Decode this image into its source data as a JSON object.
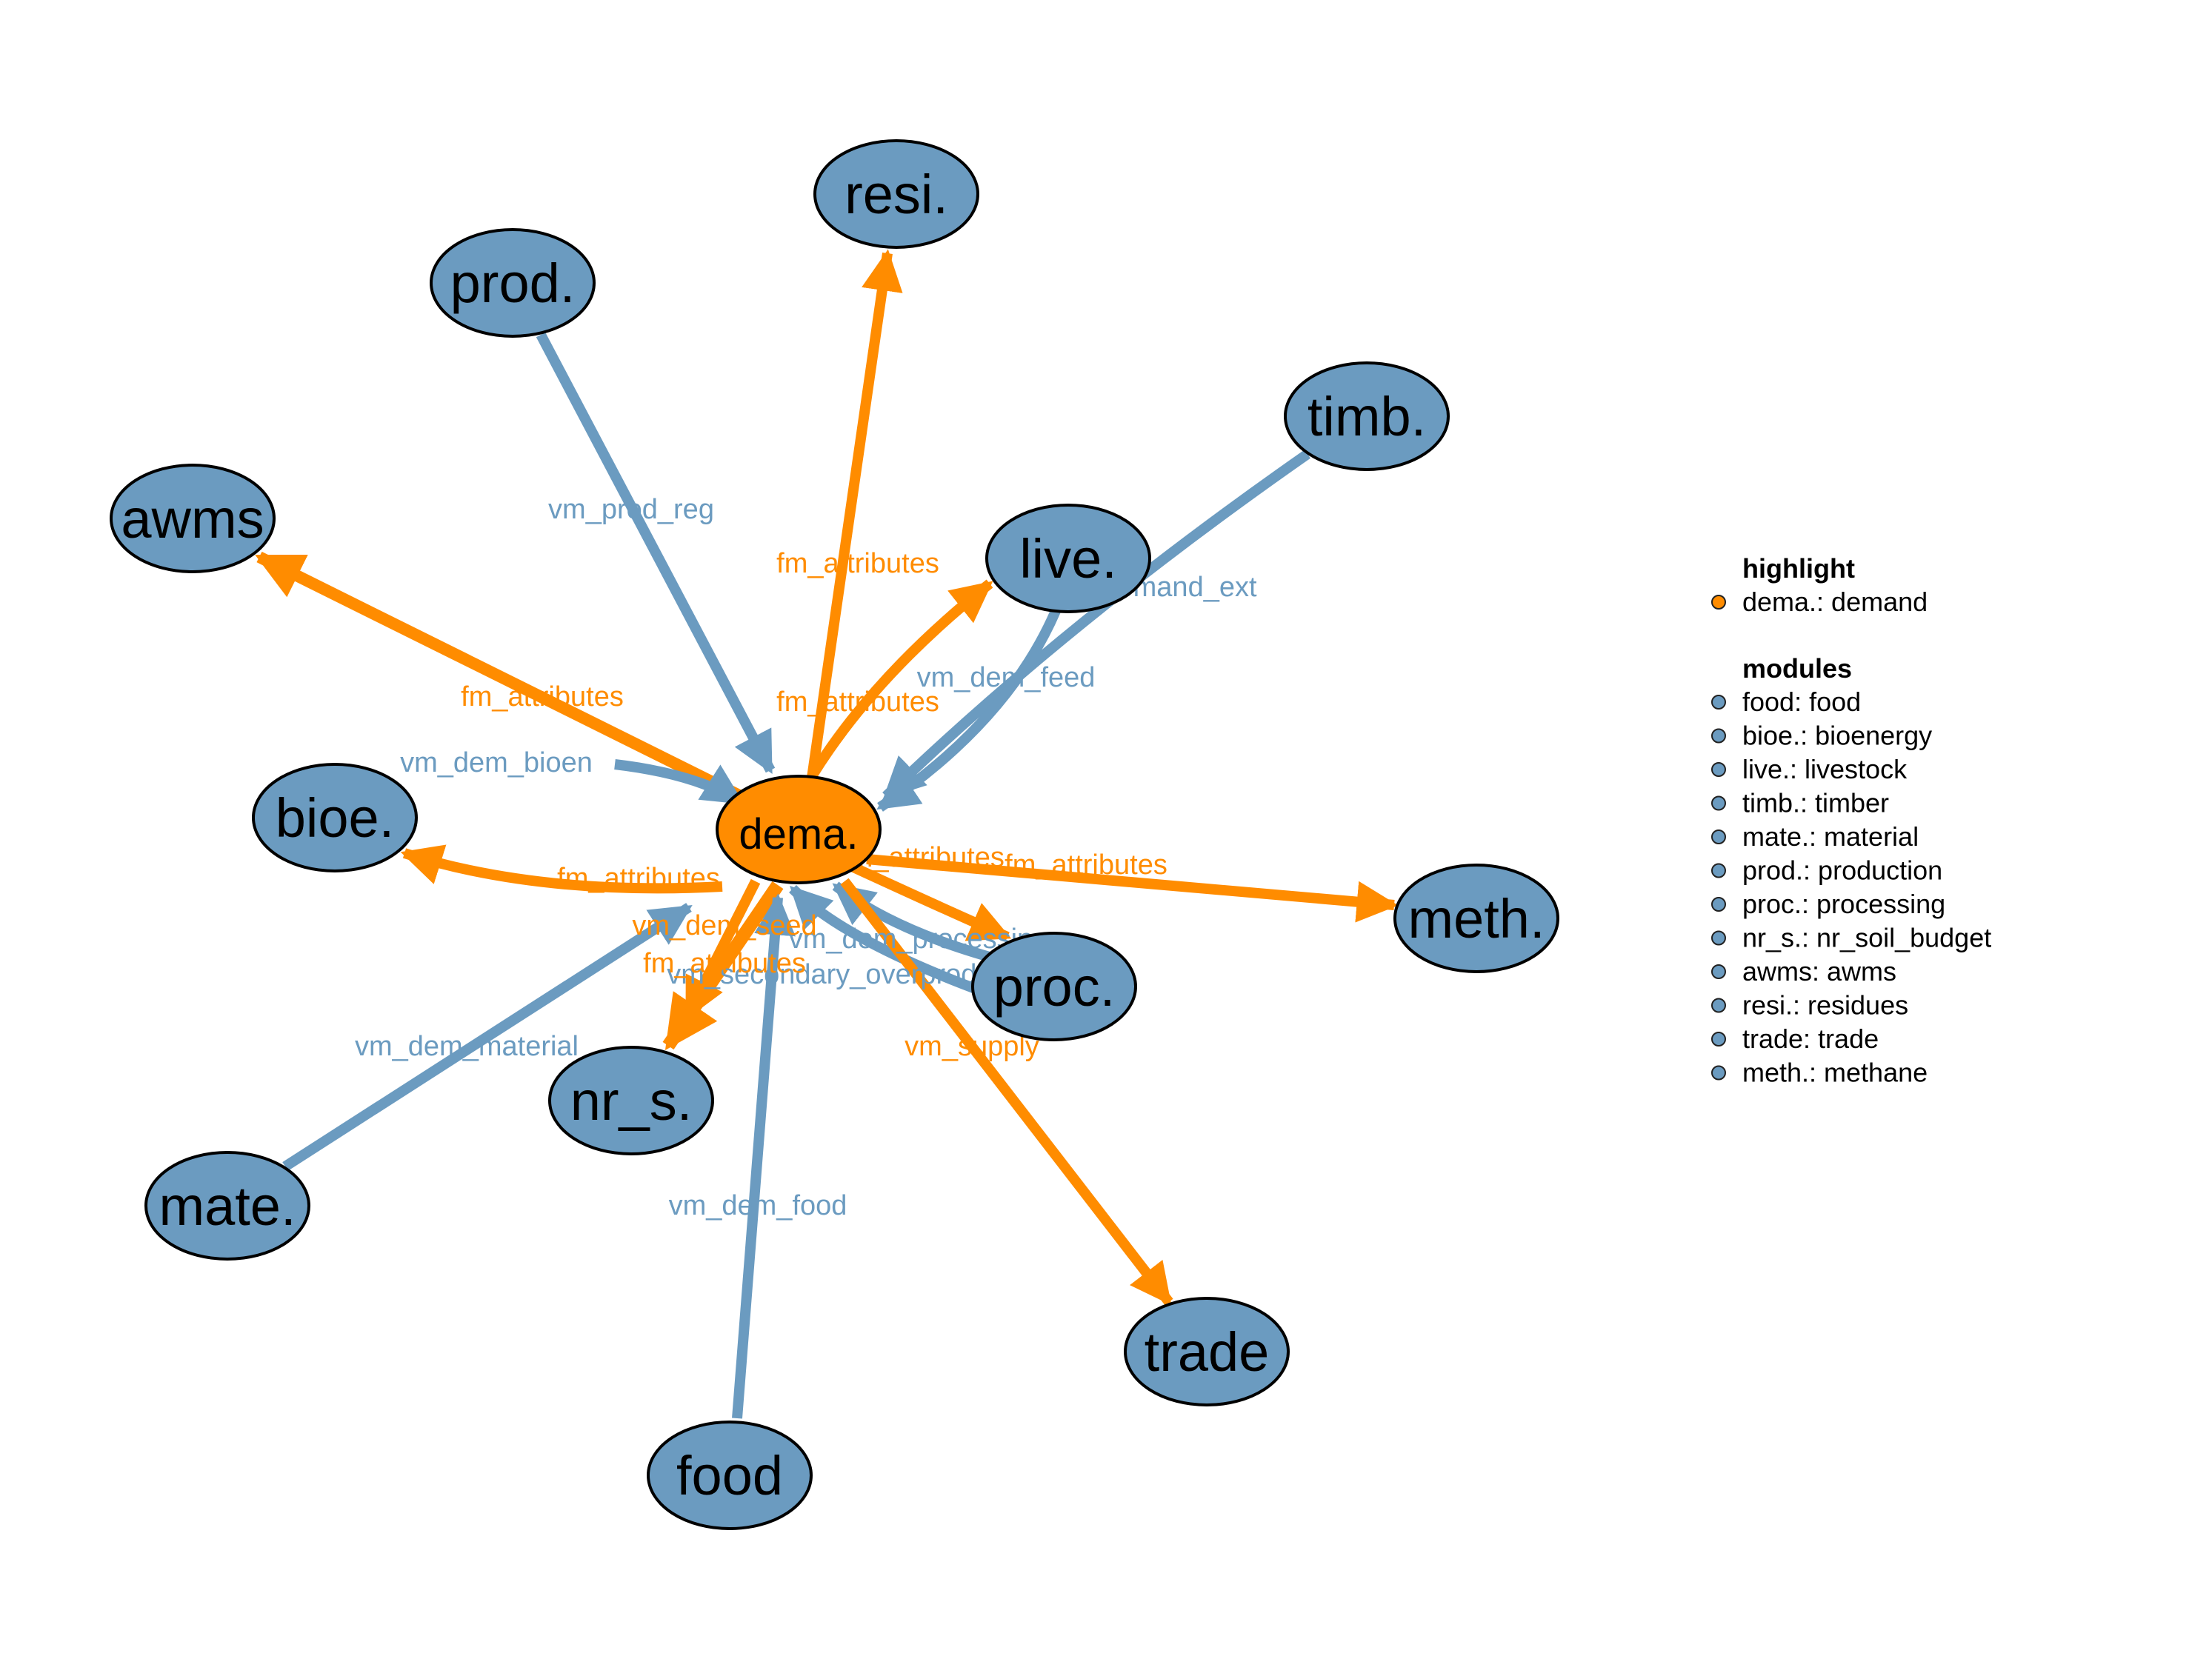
{
  "colors": {
    "module": "#6b9bc0",
    "highlight": "#ff8c00",
    "module_edge_label": "#6b9bc0",
    "highlight_edge_label": "#ff8c00"
  },
  "nodes": [
    {
      "id": "dema",
      "label": "dema.",
      "group": "highlight"
    },
    {
      "id": "resi",
      "label": "resi.",
      "group": "modules"
    },
    {
      "id": "prod",
      "label": "prod.",
      "group": "modules"
    },
    {
      "id": "timb",
      "label": "timb.",
      "group": "modules"
    },
    {
      "id": "awms",
      "label": "awms",
      "group": "modules"
    },
    {
      "id": "live",
      "label": "live.",
      "group": "modules"
    },
    {
      "id": "bioe",
      "label": "bioe.",
      "group": "modules"
    },
    {
      "id": "meth",
      "label": "meth.",
      "group": "modules"
    },
    {
      "id": "proc",
      "label": "proc.",
      "group": "modules"
    },
    {
      "id": "nr_s",
      "label": "nr_s.",
      "group": "modules"
    },
    {
      "id": "mate",
      "label": "mate.",
      "group": "modules"
    },
    {
      "id": "trade",
      "label": "trade",
      "group": "modules"
    },
    {
      "id": "food",
      "label": "food",
      "group": "modules"
    }
  ],
  "edges": [
    {
      "id": "e-prod",
      "from": "prod",
      "to": "dema",
      "label": "vm_prod_reg",
      "highlight": false
    },
    {
      "id": "e-resi",
      "from": "dema",
      "to": "resi",
      "label": "fm_attributes",
      "highlight": true
    },
    {
      "id": "e-awms",
      "from": "dema",
      "to": "awms",
      "label": "fm_attributes",
      "highlight": true
    },
    {
      "id": "e-live-out",
      "from": "dema",
      "to": "live",
      "label": "fm_attributes",
      "highlight": true
    },
    {
      "id": "e-timb",
      "from": "timb",
      "to": "dema",
      "label": "pm_demand_ext",
      "highlight": false
    },
    {
      "id": "e-live-in",
      "from": "live",
      "to": "dema",
      "label": "vm_dem_feed",
      "highlight": false
    },
    {
      "id": "e-bioe-in",
      "from": "bioe",
      "to": "dema",
      "label": "vm_dem_bioen",
      "highlight": false
    },
    {
      "id": "e-bioe-out",
      "from": "dema",
      "to": "bioe",
      "label": "fm_attributes",
      "highlight": true
    },
    {
      "id": "e-meth",
      "from": "dema",
      "to": "meth",
      "label": "fm_attributes",
      "highlight": true
    },
    {
      "id": "e-proc-out",
      "from": "dema",
      "to": "proc",
      "label": "fm_attributes",
      "highlight": true
    },
    {
      "id": "e-proc-in",
      "from": "proc",
      "to": "dema",
      "label": "vm_dem_processing",
      "highlight": false
    },
    {
      "id": "e-proc-in2",
      "from": "proc",
      "to": "dema",
      "label": "vm_secondary_overproduction",
      "highlight": false
    },
    {
      "id": "e-nrs-seed",
      "from": "dema",
      "to": "nr_s",
      "label": "vm_dem_seed",
      "highlight": true
    },
    {
      "id": "e-nrs-attr",
      "from": "dema",
      "to": "nr_s",
      "label": "fm_attributes",
      "highlight": true
    },
    {
      "id": "e-mate",
      "from": "mate",
      "to": "dema",
      "label": "vm_dem_material",
      "highlight": false
    },
    {
      "id": "e-trade",
      "from": "dema",
      "to": "trade",
      "label": "vm_supply",
      "highlight": true
    },
    {
      "id": "e-food",
      "from": "food",
      "to": "dema",
      "label": "vm_dem_food",
      "highlight": false
    }
  ],
  "legend": {
    "highlight_title": "highlight",
    "highlight_items": [
      "dema.: demand"
    ],
    "modules_title": "modules",
    "modules_items": [
      "food: food",
      "bioe.: bioenergy",
      "live.: livestock",
      "timb.: timber",
      "mate.: material",
      "prod.: production",
      "proc.: processing",
      "nr_s.: nr_soil_budget",
      "awms: awms",
      "resi.: residues",
      "trade: trade",
      "meth.: methane"
    ]
  }
}
